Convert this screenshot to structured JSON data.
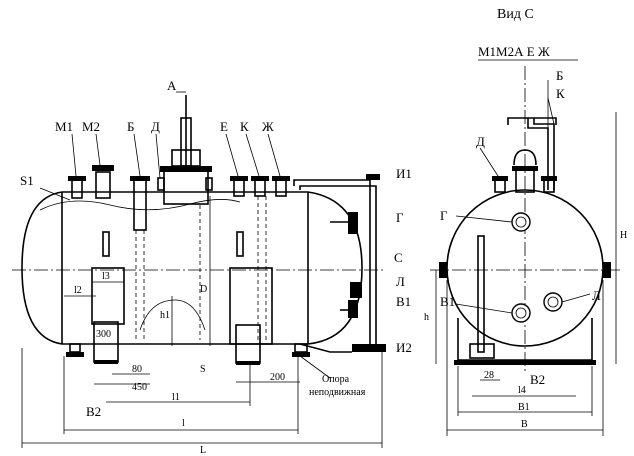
{
  "view": {
    "title": "Вид С"
  },
  "nozzle_labels": [
    "А",
    "Б",
    "Д",
    "Е",
    "К",
    "Ж",
    "И1",
    "И2",
    "Г",
    "С",
    "Л",
    "В1",
    "В2"
  ],
  "side_labels": {
    "top_group": "М1М2А Е Ж",
    "b": "Б",
    "k": "К",
    "d": "Д",
    "g": "Г",
    "v1": "В1",
    "l": "Л",
    "v2": "В2"
  },
  "front_labels": {
    "m1": "М1",
    "m2": "М2",
    "s1": "S1"
  },
  "dimensions": {
    "l": "l",
    "L": "L",
    "l1": "l1",
    "l2": "l2",
    "l3": "l3",
    "d300": "300",
    "d80": "80",
    "d450": "450",
    "d200": "200",
    "h1": "h1",
    "D": "D",
    "S": "S",
    "B": "B",
    "B1": "B1",
    "l4": "l4",
    "d28": "28",
    "H": "H",
    "h": "h",
    "Bv1": "B1"
  },
  "support": {
    "line1": "Опора",
    "line2": "неподвижная"
  }
}
